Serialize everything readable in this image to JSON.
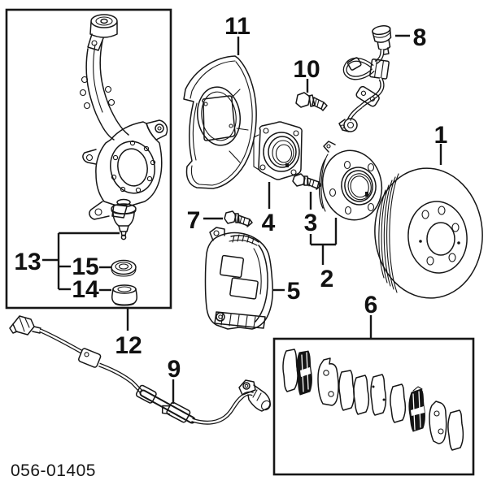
{
  "diagram": {
    "figure_code": "056-01405",
    "callouts": {
      "1": "1",
      "2": "2",
      "3": "3",
      "4": "4",
      "5": "5",
      "6": "6",
      "7": "7",
      "8": "8",
      "9": "9",
      "10": "10",
      "11": "11",
      "12": "12",
      "13": "13",
      "14": "14",
      "15": "15"
    }
  }
}
